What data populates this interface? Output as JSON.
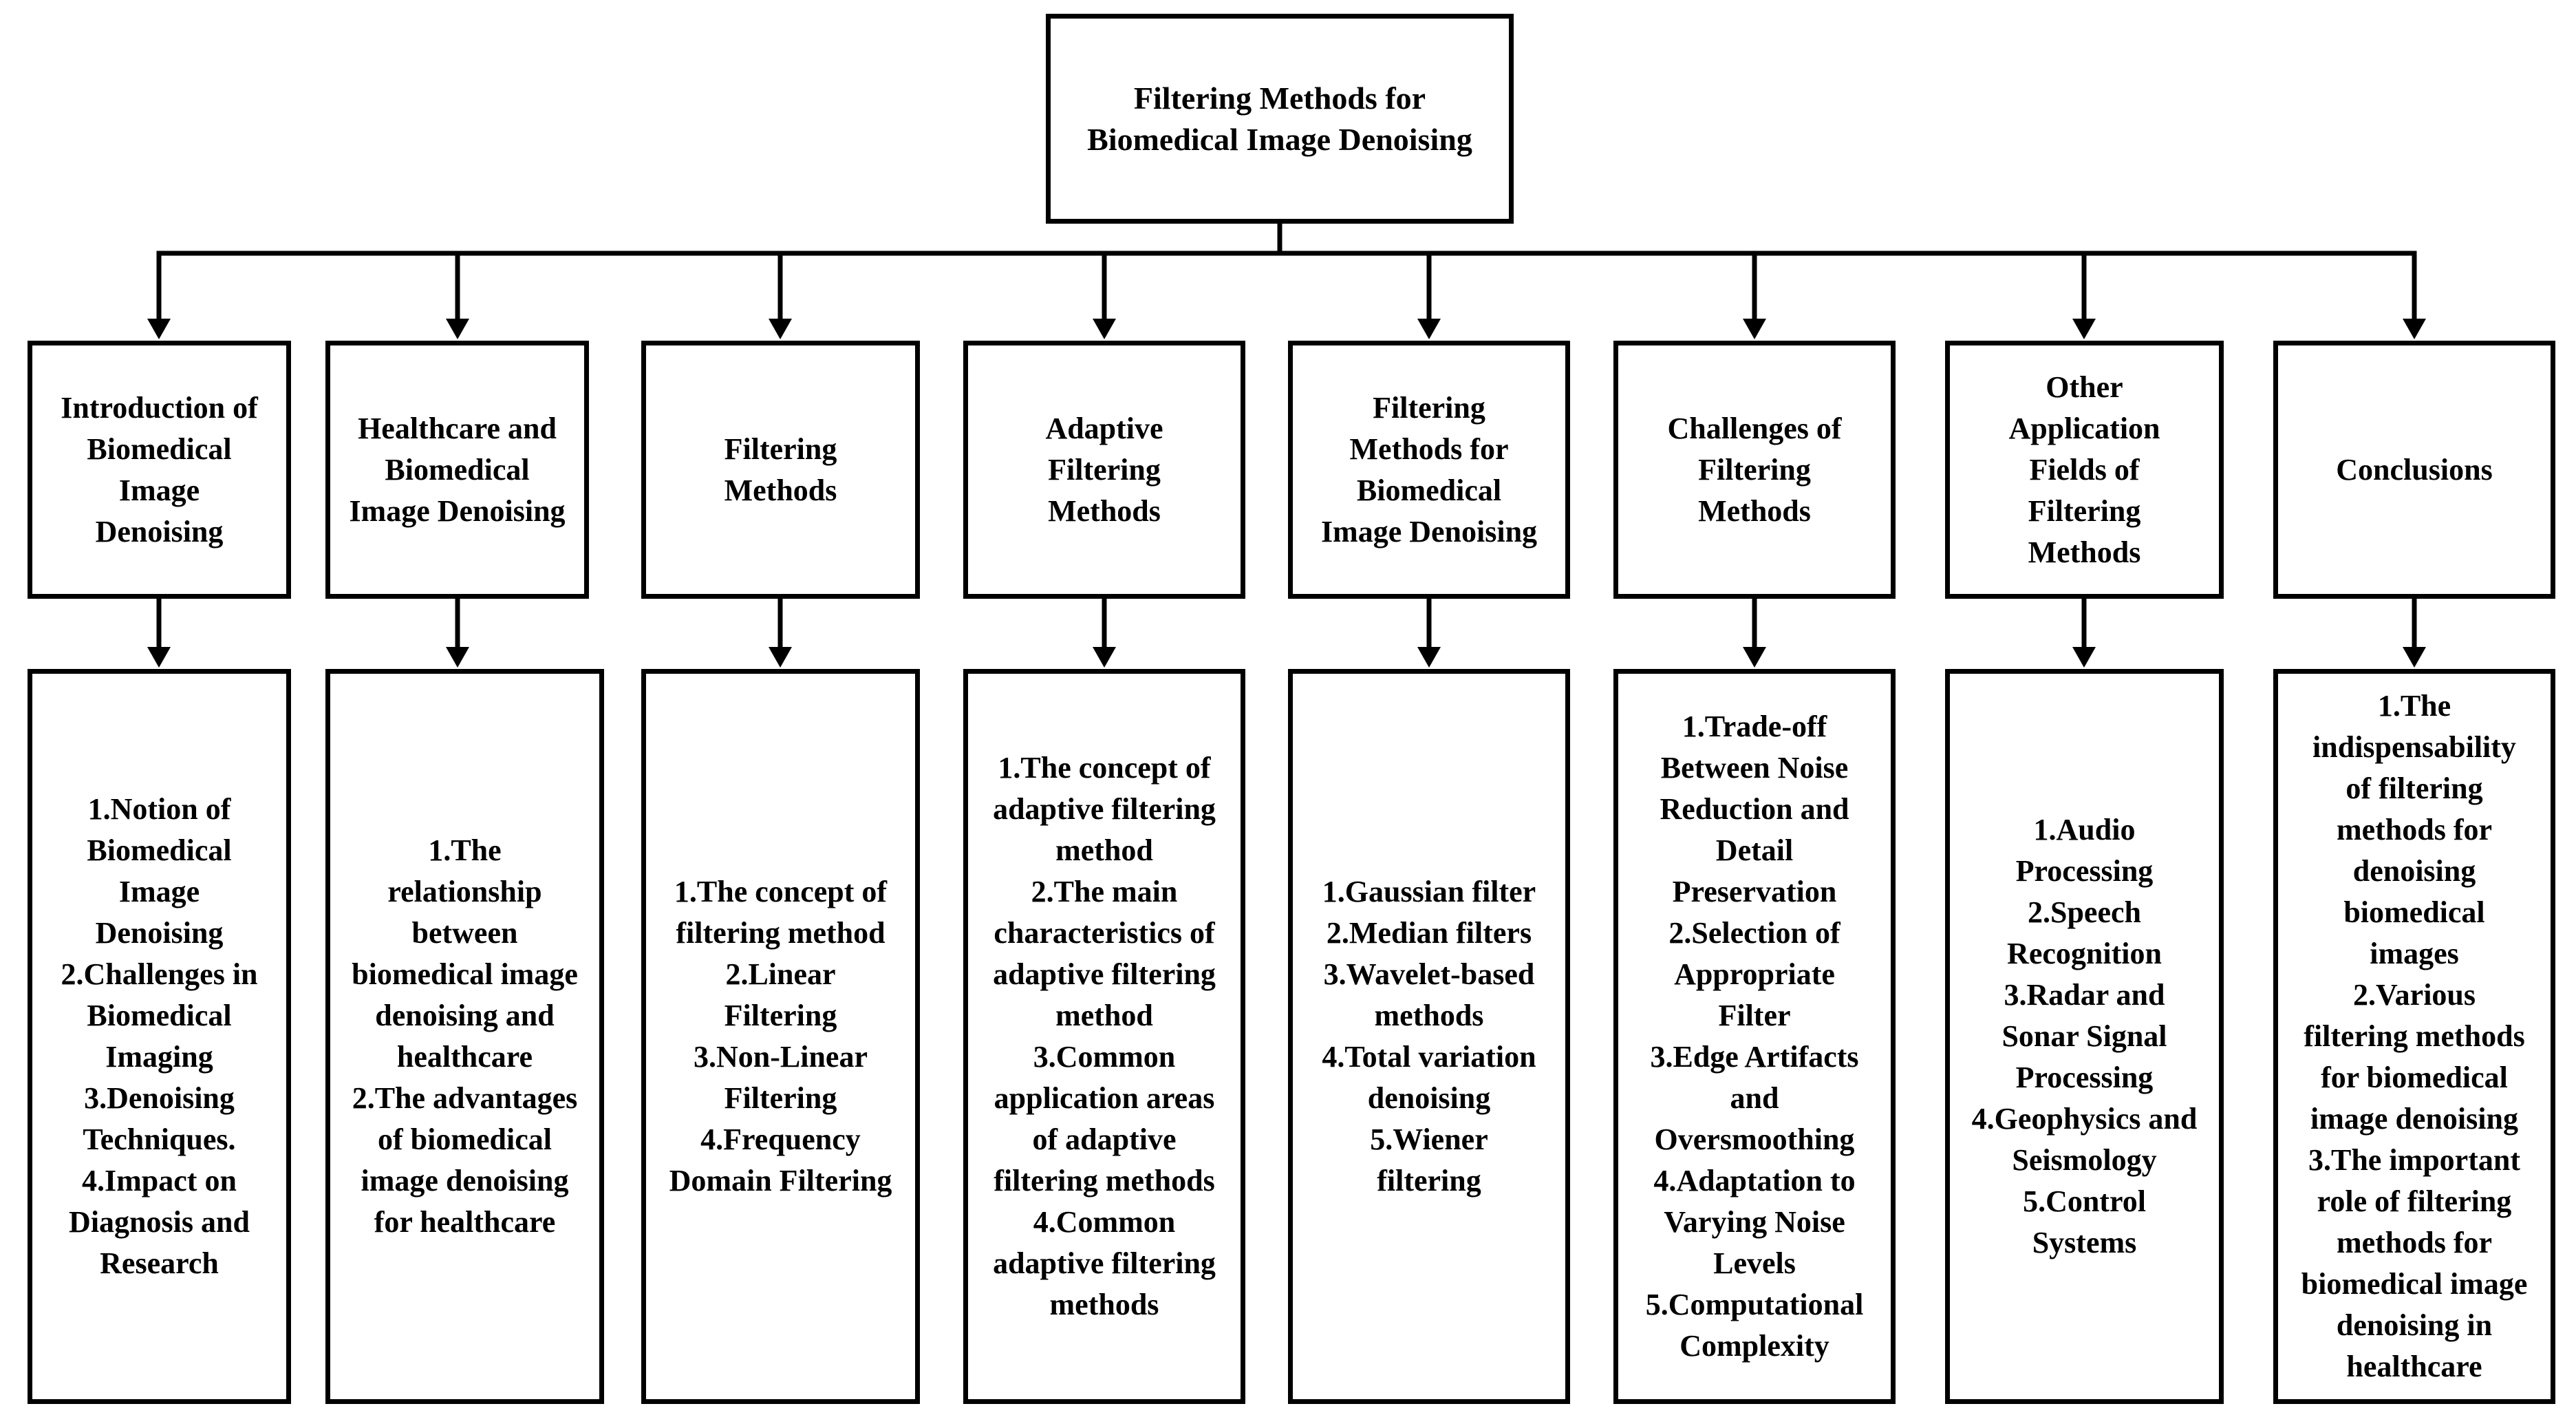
{
  "root": {
    "title": "Filtering Methods for\nBiomedical Image Denoising"
  },
  "sections": [
    {
      "heading": "Introduction of\nBiomedical\nImage\nDenoising",
      "details": "1.Notion of\nBiomedical\nImage\nDenoising\n2.Challenges in\nBiomedical\nImaging\n3.Denoising\nTechniques.\n4.Impact on\nDiagnosis and\nResearch"
    },
    {
      "heading": "Healthcare and\nBiomedical\nImage Denoising",
      "details": "1.The\nrelationship\nbetween\nbiomedical image\ndenoising and\nhealthcare\n2.The advantages\nof biomedical\nimage denoising\nfor healthcare"
    },
    {
      "heading": "Filtering\nMethods",
      "details": "1.The concept of\nfiltering method\n2.Linear\nFiltering\n3.Non-Linear\nFiltering\n4.Frequency\nDomain Filtering"
    },
    {
      "heading": "Adaptive\nFiltering\nMethods",
      "details": "1.The concept of\nadaptive filtering\nmethod\n2.The main\ncharacteristics of\nadaptive filtering\nmethod\n3.Common\napplication areas\nof adaptive\nfiltering methods\n4.Common\nadaptive filtering\nmethods"
    },
    {
      "heading": "Filtering\nMethods for\nBiomedical\nImage Denoising",
      "details": "1.Gaussian filter\n2.Median filters\n3.Wavelet-based\nmethods\n4.Total variation\ndenoising\n5.Wiener\nfiltering"
    },
    {
      "heading": "Challenges of\nFiltering\nMethods",
      "details": "1.Trade-off\nBetween Noise\nReduction and\nDetail\nPreservation\n2.Selection of\nAppropriate\nFilter\n3.Edge Artifacts\nand\nOversmoothing\n4.Adaptation to\nVarying Noise\nLevels\n5.Computational\nComplexity"
    },
    {
      "heading": "Other\nApplication\nFields of\nFiltering\nMethods",
      "details": "1.Audio\nProcessing\n2.Speech\nRecognition\n3.Radar and\nSonar Signal\nProcessing\n4.Geophysics and\nSeismology\n5.Control\nSystems"
    },
    {
      "heading": "Conclusions",
      "details": "1.The\nindispensability\nof filtering\nmethods for\ndenoising\nbiomedical\nimages\n2.Various\nfiltering methods\nfor biomedical\nimage denoising\n3.The important\nrole of filtering\nmethods for\nbiomedical image\ndenoising in\nhealthcare"
    }
  ],
  "colors": {
    "line": "#000000",
    "box_fill": "#ffffff",
    "text": "#000000"
  }
}
